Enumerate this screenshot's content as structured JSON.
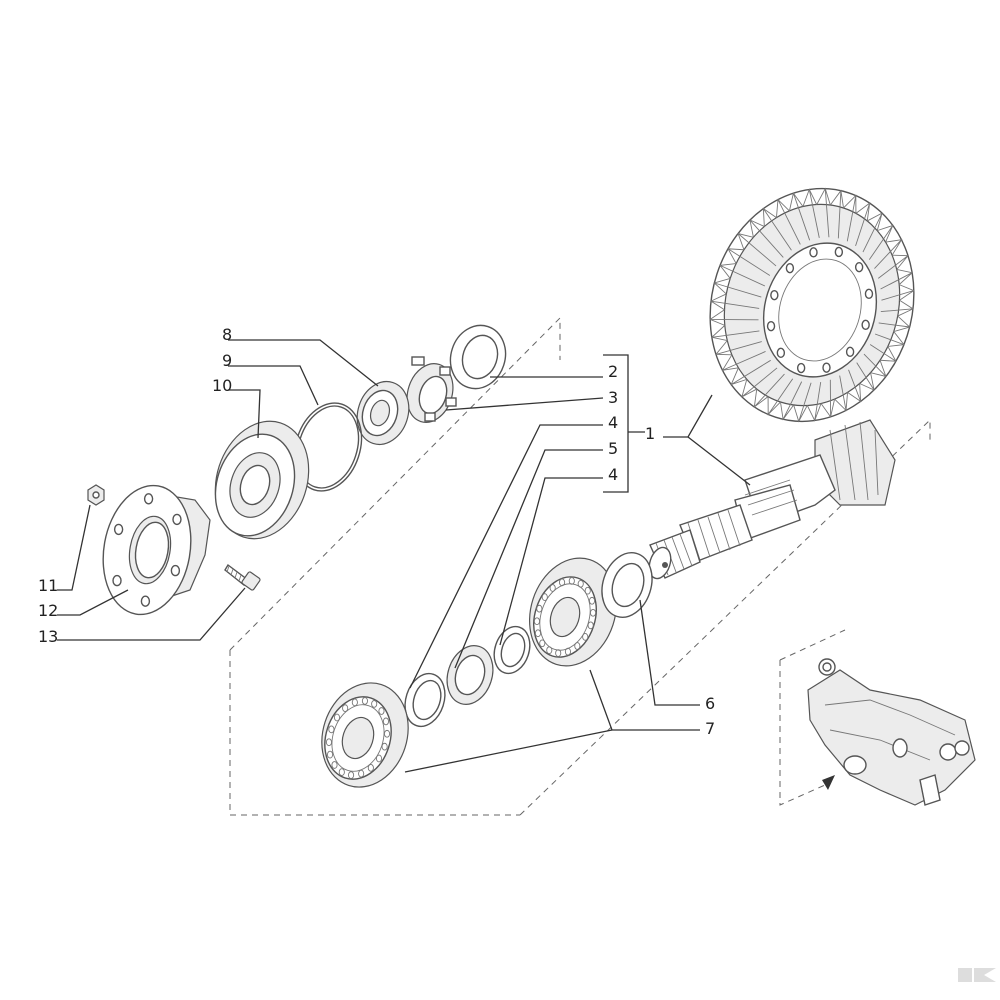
{
  "callouts": {
    "c1": "1",
    "c2": "2",
    "c3": "3",
    "c4a": "4",
    "c5": "5",
    "c4b": "4",
    "c6": "6",
    "c7": "7",
    "c8": "8",
    "c9": "9",
    "c10": "10",
    "c11": "11",
    "c12": "12",
    "c13": "13"
  },
  "colors": {
    "line": "#333333",
    "part_outline": "#555555",
    "part_fill": "#ececec",
    "background": "#ffffff"
  },
  "icons": {
    "corner_logo": "k-logo-icon",
    "location_arrow": "arrow-icon"
  }
}
